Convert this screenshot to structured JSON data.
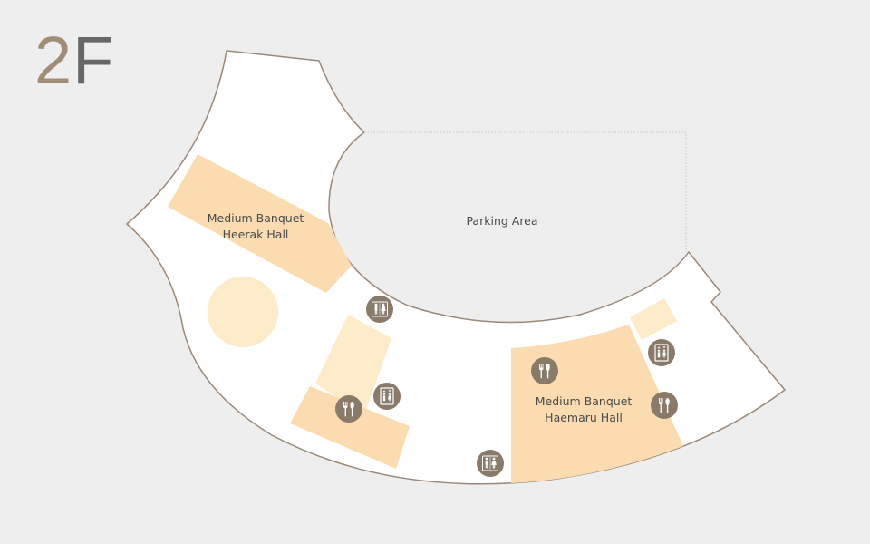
{
  "floor": {
    "number": "2",
    "suffix": "F"
  },
  "areas": {
    "heerak": {
      "line1": "Medium Banquet",
      "line2": "Heerak Hall"
    },
    "parking": {
      "label": "Parking Area"
    },
    "haemaru": {
      "line1": "Medium Banquet",
      "line2": "Haemaru Hall"
    }
  },
  "colors": {
    "background": "#eeeeee",
    "building": "#ffffff",
    "outline": "#9a8878",
    "banquet": "#fbdcb0",
    "secondary_room": "#fdebc9",
    "icon_fill": "#8a7a6a"
  },
  "icons": [
    {
      "name": "restroom-icon",
      "kind": "restroom"
    },
    {
      "name": "elevator-icon",
      "kind": "elevator"
    },
    {
      "name": "dining-icon",
      "kind": "dining"
    },
    {
      "name": "restroom-icon",
      "kind": "restroom"
    },
    {
      "name": "dining-icon",
      "kind": "dining"
    },
    {
      "name": "elevator-icon",
      "kind": "elevator"
    },
    {
      "name": "dining-icon",
      "kind": "dining"
    }
  ]
}
